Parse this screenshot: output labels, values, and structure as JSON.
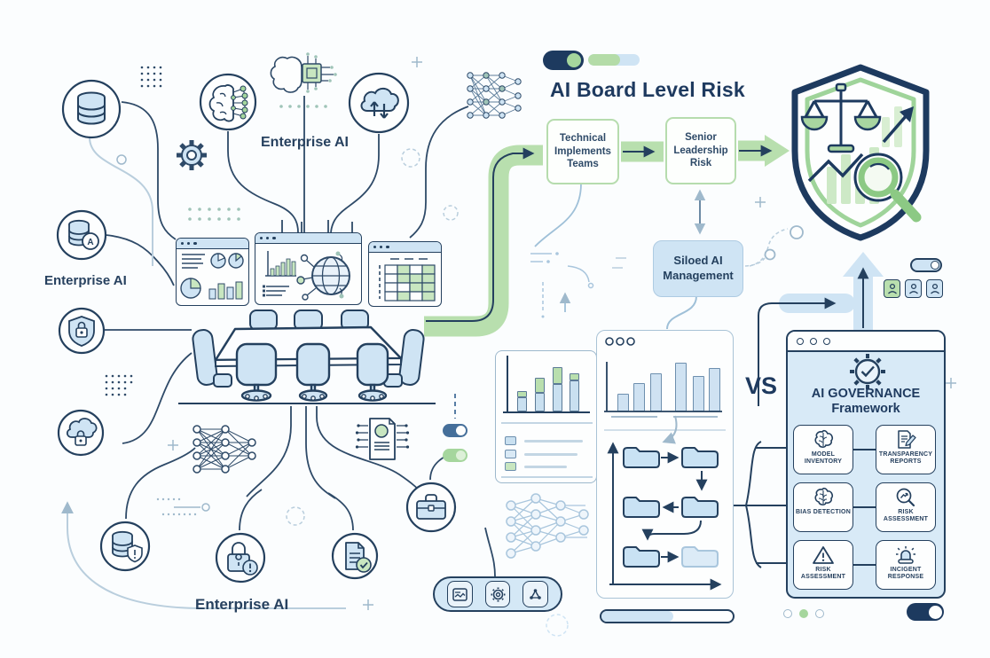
{
  "title": "AI Board Level Risk",
  "labels": {
    "enterprise_ai_top": "Enterprise AI",
    "enterprise_ai_left": "Enterprise AI",
    "enterprise_ai_bottom": "Enterprise AI",
    "vs": "VS",
    "db_badge": "A"
  },
  "flow": {
    "technical_box": "Technical Implements Teams",
    "leadership_box": "Senior Leadership Risk",
    "siloed_box": "Siloed AI Management"
  },
  "governance": {
    "title_line1": "AI GOVERNANCE",
    "title_line2": "Framework",
    "cards": [
      {
        "label": "MODEL INVENTORY",
        "icon": "brain-icon"
      },
      {
        "label": "TRANSPARENCY REPORTS",
        "icon": "document-edit-icon"
      },
      {
        "label": "BIAS DETECTION",
        "icon": "brain-icon"
      },
      {
        "label": "RISK ASSESSMENT",
        "icon": "magnifier-trend-icon"
      },
      {
        "label": "RISK ASSESSMENT",
        "icon": "warning-triangle-icon"
      },
      {
        "label": "INCIGENT RESPONSE",
        "icon": "siren-icon"
      }
    ]
  },
  "mini_charts": {
    "stacked_bars": {
      "type": "bar",
      "series": [
        {
          "name": "base",
          "values": [
            16,
            21,
            31,
            35
          ]
        },
        {
          "name": "top",
          "values": [
            7,
            17,
            19,
            8
          ]
        }
      ]
    },
    "comparison_bars": {
      "type": "bar",
      "values": [
        20,
        32,
        43,
        55,
        40,
        49
      ]
    },
    "legend_colors": [
      "#c9e0f0",
      "#d9e9f5",
      "#c8e6c0"
    ]
  },
  "controls": {
    "header_toggle": "on",
    "header_progress_pct": 62,
    "mid_toggle_blue": "on",
    "mid_toggle_green": "on",
    "governance_top_toggle": "on",
    "governance_bottom_toggle": "on",
    "doc_progress_pct": 55,
    "carousel_active_index": 1
  },
  "icons": [
    "database-icon",
    "ai-brain-network-icon",
    "brain-chip-icon",
    "cloud-sync-icon",
    "neural-mesh-icon",
    "gear-icon",
    "database-a-icon",
    "shield-lock-icon",
    "cloud-lock-icon",
    "database-shield-icon",
    "padlock-alert-icon",
    "document-check-icon",
    "briefcase-icon",
    "scales-shield-icon",
    "gear-check-icon",
    "image-chart-icon",
    "network-icon",
    "user-avatar-icon"
  ],
  "colors": {
    "navy": "#1e3a5f",
    "stroke": "#2e4a68",
    "light_blue": "#cfe4f4",
    "panel_blue": "#d8eaf7",
    "green": "#a5d69d",
    "band_green": "#b8dfae",
    "light_green": "#c8e6c0",
    "line_gray": "#b9cedd"
  }
}
